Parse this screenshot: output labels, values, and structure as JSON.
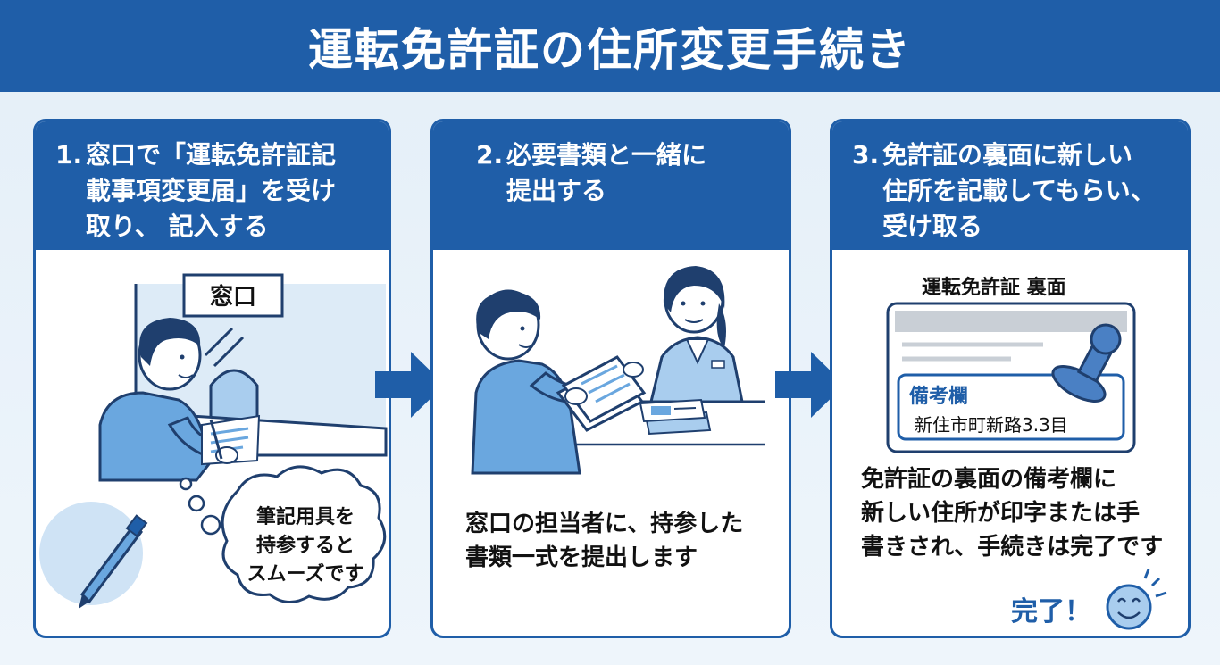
{
  "title": "運転免許証の住所変更手続き",
  "steps": [
    {
      "number": "1.",
      "heading_lines": [
        "窓口で「運転免許証記",
        "載事項変更届」を受け",
        "取り、 記入する"
      ],
      "counter_sign": "窓口",
      "thought_lines": [
        "筆記用具を",
        "持参すると",
        "スムーズです"
      ]
    },
    {
      "number": "2.",
      "heading_lines": [
        "必要書類と一緒に",
        "提出する"
      ],
      "caption_lines": [
        "窓口の担当者に、持参した",
        "書類一式を提出します"
      ]
    },
    {
      "number": "3.",
      "heading_lines": [
        "免許証の裏面に新しい",
        "住所を記載してもらい、",
        "受け取る"
      ],
      "license_title": "運転免許証 裏面",
      "remarks_label": "備考欄",
      "new_address": "新住市町新路3.3目",
      "caption_lines": [
        "免許証の裏面の備考欄に",
        "新しい住所が印字または手",
        "書きされ、手続きは完了です"
      ],
      "done_label": "完了！"
    }
  ],
  "colors": {
    "primary": "#1f5ea8",
    "light_blue": "#a9cdee",
    "mid_blue": "#4a90d9",
    "background": "#e4eff8"
  }
}
